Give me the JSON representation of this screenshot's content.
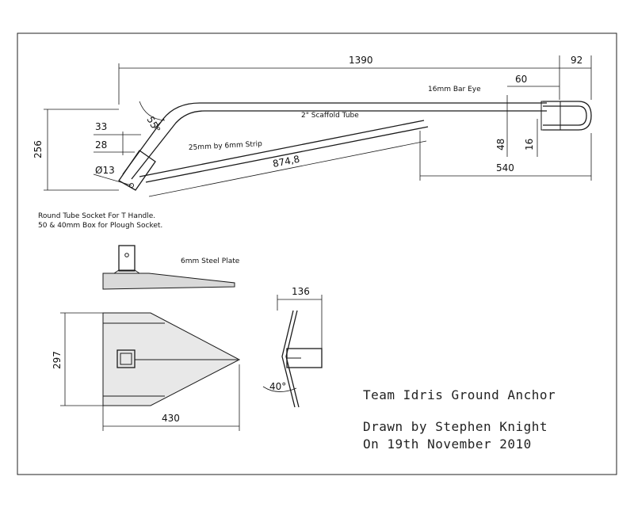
{
  "dimensions": {
    "overall_length": "1390",
    "eye_extent": "92",
    "eye_depth": "60",
    "height": "256",
    "socket_width_outer": "33",
    "socket_width_inner": "28",
    "hole_diameter": "Ø13",
    "angle_bend": "55°",
    "eye_height": "48",
    "eye_inner": "16",
    "strip_length": "874,8",
    "strip_span": "540",
    "plate_length": "430",
    "plate_width": "297",
    "side_depth": "136",
    "plate_angle": "40°"
  },
  "labels": {
    "bar_eye": "16mm Bar Eye",
    "scaffold_tube": "2\" Scaffold Tube",
    "strip": "25mm by 6mm Strip",
    "socket_note_line1": "Round Tube Socket For T Handle.",
    "socket_note_line2": "50 & 40mm Box for Plough Socket.",
    "plate": "6mm Steel Plate"
  },
  "title_block": {
    "title": "Team Idris Ground Anchor",
    "drawn_by": "Drawn by Stephen Knight",
    "date": "On 19th November 2010"
  }
}
